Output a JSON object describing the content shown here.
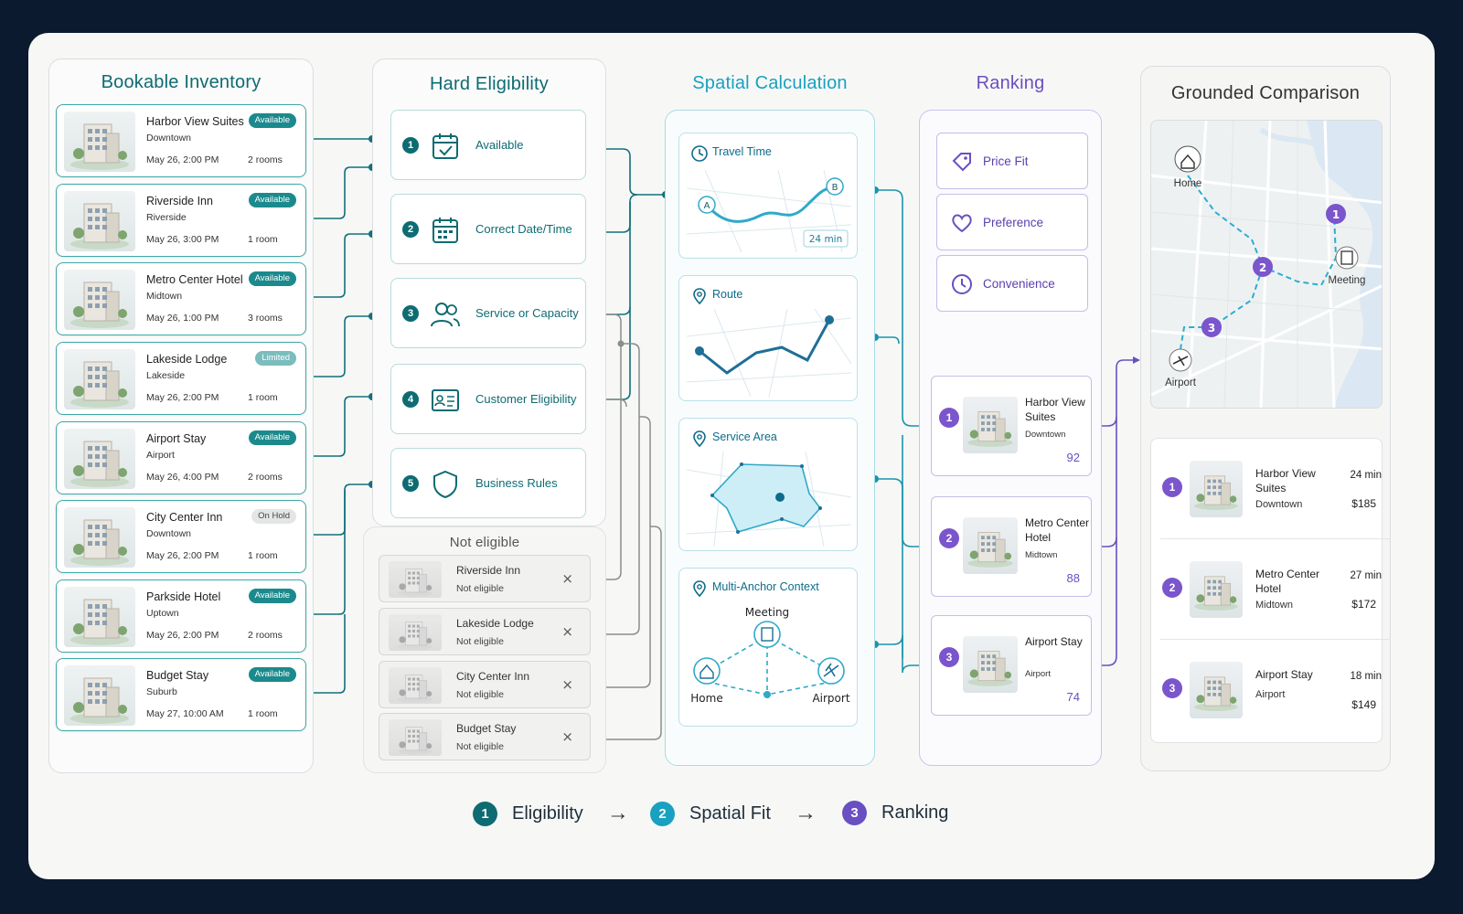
{
  "titles": {
    "inventory": "Bookable Inventory",
    "eligibility": "Hard Eligibility",
    "spatial": "Spatial Calculation",
    "ranking": "Ranking",
    "comparison": "Grounded Comparison"
  },
  "inventory": [
    {
      "name": "Harbor View Suites",
      "area": "Downtown",
      "date": "May 26, 2:00 PM",
      "rooms": "2 rooms",
      "status": "Available"
    },
    {
      "name": "Riverside Inn",
      "area": "Riverside",
      "date": "May 26, 3:00 PM",
      "rooms": "1 room",
      "status": "Available"
    },
    {
      "name": "Metro Center Hotel",
      "area": "Midtown",
      "date": "May 26, 1:00 PM",
      "rooms": "3 rooms",
      "status": "Available"
    },
    {
      "name": "Lakeside Lodge",
      "area": "Lakeside",
      "date": "May 26, 2:00 PM",
      "rooms": "1 room",
      "status": "Limited"
    },
    {
      "name": "Airport Stay",
      "area": "Airport",
      "date": "May 26, 4:00 PM",
      "rooms": "2 rooms",
      "status": "Available"
    },
    {
      "name": "City Center Inn",
      "area": "Downtown",
      "date": "May 26, 2:00 PM",
      "rooms": "1 room",
      "status": "On Hold"
    },
    {
      "name": "Parkside Hotel",
      "area": "Uptown",
      "date": "May 26, 2:00 PM",
      "rooms": "2 rooms",
      "status": "Available"
    },
    {
      "name": "Budget Stay",
      "area": "Suburb",
      "date": "May 27, 10:00 AM",
      "rooms": "1 room",
      "status": "Available"
    }
  ],
  "steps": [
    {
      "num": "1",
      "label": "Available",
      "icon": "calendar-check-icon"
    },
    {
      "num": "2",
      "label": "Correct Date/Time",
      "icon": "calendar-grid-icon"
    },
    {
      "num": "3",
      "label": "Service or Capacity",
      "icon": "people-icon"
    },
    {
      "num": "4",
      "label": "Customer Eligibility",
      "icon": "id-card-icon"
    },
    {
      "num": "5",
      "label": "Business Rules",
      "icon": "shield-icon"
    }
  ],
  "not_eligible": {
    "title": "Not eligible",
    "items": [
      {
        "name": "Riverside Inn",
        "status": "Not eligible"
      },
      {
        "name": "Lakeside Lodge",
        "status": "Not eligible"
      },
      {
        "name": "City Center Inn",
        "status": "Not eligible"
      },
      {
        "name": "Budget Stay",
        "status": "Not eligible"
      }
    ],
    "close_glyph": "×"
  },
  "spatial": {
    "travel_time": {
      "label": "Travel Time",
      "a": "A",
      "b": "B",
      "value": "24 min"
    },
    "route": {
      "label": "Route"
    },
    "service_area": {
      "label": "Service Area"
    },
    "multi_anchor": {
      "label": "Multi-Anchor Context",
      "meeting": "Meeting",
      "home": "Home",
      "airport": "Airport"
    }
  },
  "criteria": [
    {
      "label": "Price Fit",
      "icon": "tag-icon"
    },
    {
      "label": "Preference",
      "icon": "heart-icon"
    },
    {
      "label": "Convenience",
      "icon": "clock-icon"
    }
  ],
  "ranked": [
    {
      "num": "1",
      "name": "Harbor View Suites",
      "area": "Downtown",
      "score": "92"
    },
    {
      "num": "2",
      "name": "Metro Center Hotel",
      "area": "Midtown",
      "score": "88"
    },
    {
      "num": "3",
      "name": "Airport Stay",
      "area": "Airport",
      "score": "74"
    }
  ],
  "map": {
    "home": "Home",
    "meeting": "Meeting",
    "airport": "Airport",
    "pins": [
      "1",
      "2",
      "3"
    ]
  },
  "comparison": [
    {
      "num": "1",
      "name": "Harbor View Suites",
      "area": "Downtown",
      "time": "24 min",
      "price": "$185"
    },
    {
      "num": "2",
      "name": "Metro Center Hotel",
      "area": "Midtown",
      "time": "27 min",
      "price": "$172"
    },
    {
      "num": "3",
      "name": "Airport Stay",
      "area": "Airport",
      "time": "18 min",
      "price": "$149"
    }
  ],
  "legend": [
    {
      "num": "1",
      "label": "Eligibility",
      "color": "#0e6b72"
    },
    {
      "num": "2",
      "label": "Spatial Fit",
      "color": "#1aa0c0"
    },
    {
      "num": "3",
      "label": "Ranking",
      "color": "#6a4fc2"
    }
  ],
  "legend_arrow": "→"
}
